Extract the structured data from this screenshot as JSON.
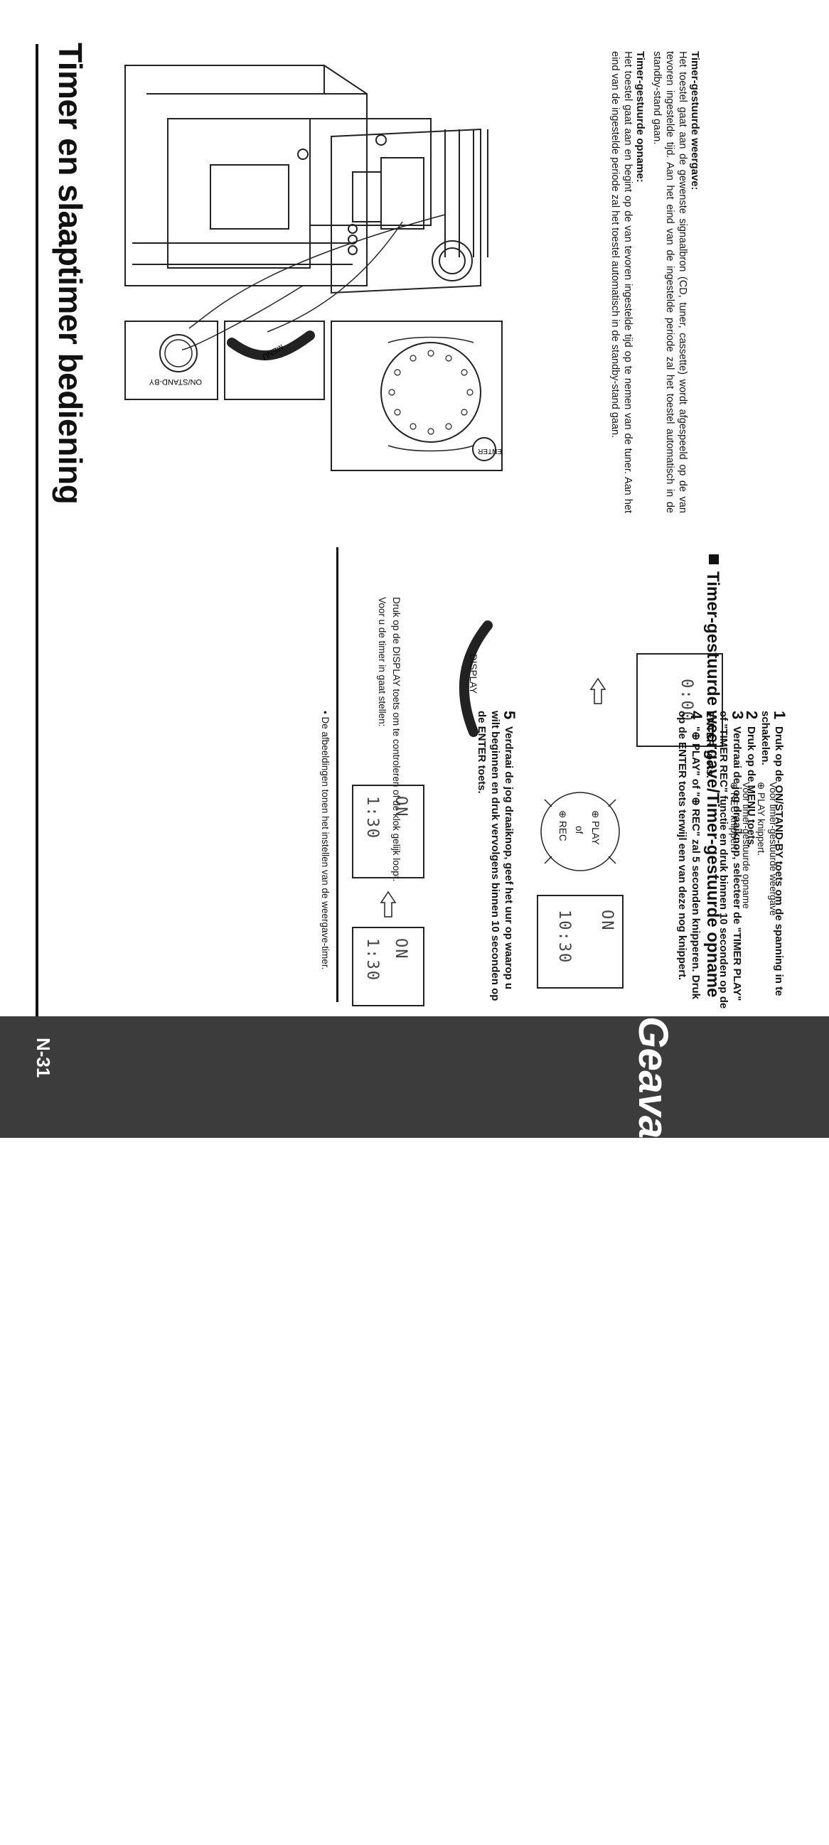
{
  "title": "Timer en slaaptimer bediening",
  "intro": {
    "play_heading": "Timer-gestuurde weergave:",
    "play_text": "Het toestel gaat aan de gewenste signaalbron (CD, tuner, cassette) wordt afgespeeld op de van tevoren ingestelde tijd. Aan het eind van de ingestelde periode zal het toestel automatisch in de standby-stand gaan.",
    "rec_heading": "Timer-gestuurde opname:",
    "rec_text": "Het toestel gaat aan en begint op de van tevoren ingestelde tijd op te nemen van de tuner. Aan het eind van de ingestelde periode zal het toestel automatisch in de standby-stand gaan."
  },
  "figure_labels": {
    "on_standby": "ON/STAND-BY",
    "menu": "MENU",
    "enter": "ENTER",
    "display": "DISPLAY"
  },
  "section": {
    "heading": "Timer-gestuurde weergave/Timer-gestuurde opname",
    "before": "Voor u de timer in gaat stellen:",
    "check_clock": "Druk op de DISPLAY toets om te controleren of de klok gelijk loopt.",
    "clock_display": "0:00",
    "steps": [
      {
        "num": "1",
        "text": "Druk op de ON/STAND-BY toets om de spanning in te schakelen."
      },
      {
        "num": "2",
        "text": "Druk op de MENU toets."
      },
      {
        "num": "3",
        "text": "Verdraai de jog draaiknop, selecteer de \"TIMER PLAY\" of \"TIMER REC\" functie en druk binnen 10 seconden op de ENTER toets."
      },
      {
        "num": "4",
        "text": "\"⊕ PLAY\" of \"⊕ REC\" zal 5 seconden knipperen. Druk op de ENTER toets terwijl een van deze nog knippert."
      },
      {
        "num": "5",
        "text": "Verdraai de jog draaiknop, geef het uur op waarop u wilt beginnen en druk vervolgens binnen 10 seconden op de ENTER toets."
      }
    ],
    "notes_play_head": "Voor timer-gestuurde weergave",
    "notes_play": "⊕ PLAY knippert.",
    "notes_rec_head": "Voor timer-gestuurde opname",
    "notes_rec": "⊕ REC knippert.",
    "flash_play": "⊕ PLAY",
    "flash_of": "of",
    "flash_rec": "⊕ REC",
    "lcd_step4_on": "ON",
    "lcd_step4_time": "10:30",
    "lcd_step5a_on": "ON",
    "lcd_step5a_time": "1:30",
    "lcd_step5b_on": "ON",
    "lcd_step5b_time": "1:30",
    "footnote": "De afbeeldingen tonen het instellen van de weergave-timer."
  },
  "band": {
    "text": "Geavanceerde mogelijkheden",
    "page": "N-31"
  }
}
